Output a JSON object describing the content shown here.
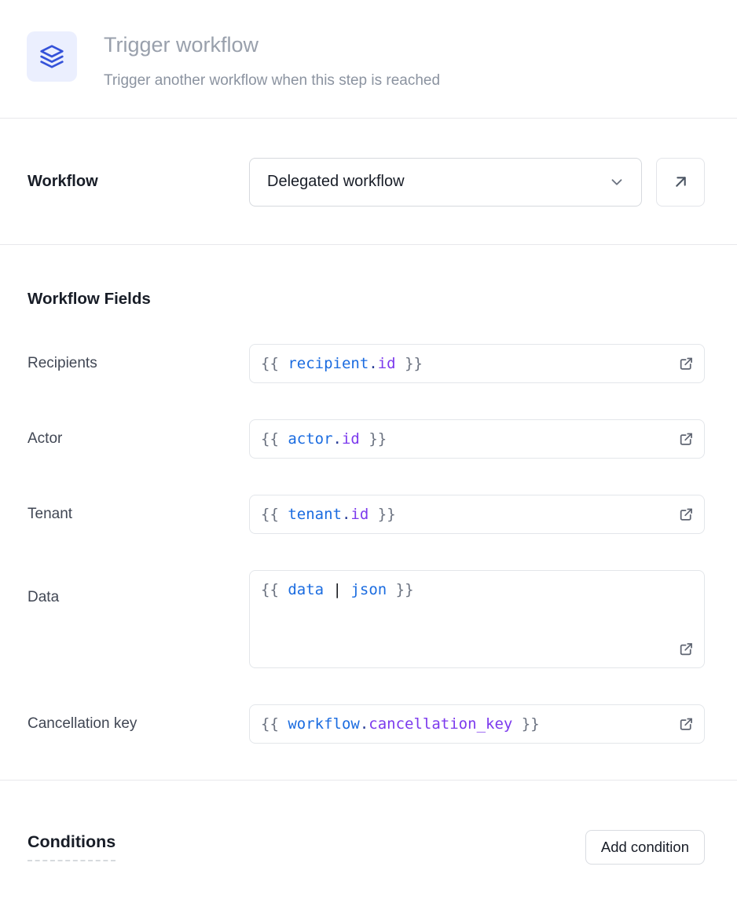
{
  "header": {
    "icon": "layers-icon",
    "title": "Trigger workflow",
    "subtitle": "Trigger another workflow when this step is reached"
  },
  "workflow_section": {
    "label": "Workflow",
    "selected_workflow": "Delegated workflow",
    "select_icon": "chevron-down-icon",
    "open_button_icon": "arrow-up-right-icon"
  },
  "fields_section": {
    "heading": "Workflow Fields",
    "fields": [
      {
        "label": "Recipients",
        "multiline": false,
        "icon": "external-link-icon",
        "value": "{{ recipient.id }}",
        "tokens": [
          {
            "text": "{{ ",
            "type": "brace"
          },
          {
            "text": "recipient",
            "type": "variable"
          },
          {
            "text": ".",
            "type": "dot"
          },
          {
            "text": "id",
            "type": "property"
          },
          {
            "text": " }}",
            "type": "brace"
          }
        ]
      },
      {
        "label": "Actor",
        "multiline": false,
        "icon": "external-link-icon",
        "value": "{{ actor.id }}",
        "tokens": [
          {
            "text": "{{ ",
            "type": "brace"
          },
          {
            "text": "actor",
            "type": "variable"
          },
          {
            "text": ".",
            "type": "dot"
          },
          {
            "text": "id",
            "type": "property"
          },
          {
            "text": " }}",
            "type": "brace"
          }
        ]
      },
      {
        "label": "Tenant",
        "multiline": false,
        "icon": "external-link-icon",
        "value": "{{ tenant.id }}",
        "tokens": [
          {
            "text": "{{ ",
            "type": "brace"
          },
          {
            "text": "tenant",
            "type": "variable"
          },
          {
            "text": ".",
            "type": "dot"
          },
          {
            "text": "id",
            "type": "property"
          },
          {
            "text": " }}",
            "type": "brace"
          }
        ]
      },
      {
        "label": "Data",
        "multiline": true,
        "icon": "external-link-icon",
        "value": "{{ data | json }}",
        "tokens": [
          {
            "text": "{{ ",
            "type": "brace"
          },
          {
            "text": "data",
            "type": "variable"
          },
          {
            "text": " ",
            "type": "plain"
          },
          {
            "text": "|",
            "type": "pipe"
          },
          {
            "text": " ",
            "type": "plain"
          },
          {
            "text": "json",
            "type": "variable"
          },
          {
            "text": " }}",
            "type": "brace"
          }
        ]
      },
      {
        "label": "Cancellation key",
        "multiline": false,
        "icon": "external-link-icon",
        "value": "{{ workflow.cancellation_key }}",
        "tokens": [
          {
            "text": "{{ ",
            "type": "brace"
          },
          {
            "text": "workflow",
            "type": "variable"
          },
          {
            "text": ".",
            "type": "dot"
          },
          {
            "text": "cancellation_key",
            "type": "property"
          },
          {
            "text": " }}",
            "type": "brace"
          }
        ]
      }
    ]
  },
  "conditions_section": {
    "heading": "Conditions",
    "add_button_label": "Add condition"
  },
  "colors": {
    "accent_icon_blue": "#3452d9",
    "accent_icon_bg": "#ebeffe",
    "title_gray": "#99a0ac",
    "subtitle_gray": "#8b93a0",
    "heading_dark": "#181d27",
    "field_label_gray": "#414754",
    "border_gray": "#e3e6ea",
    "divider_gray": "#e8e8ec"
  },
  "code_colors": {
    "brace": "#6b7280",
    "variable": "#1b6ce0",
    "dot": "#283c96",
    "property": "#7c3aed",
    "pipe": "#16181d",
    "plain": "#16181d"
  }
}
